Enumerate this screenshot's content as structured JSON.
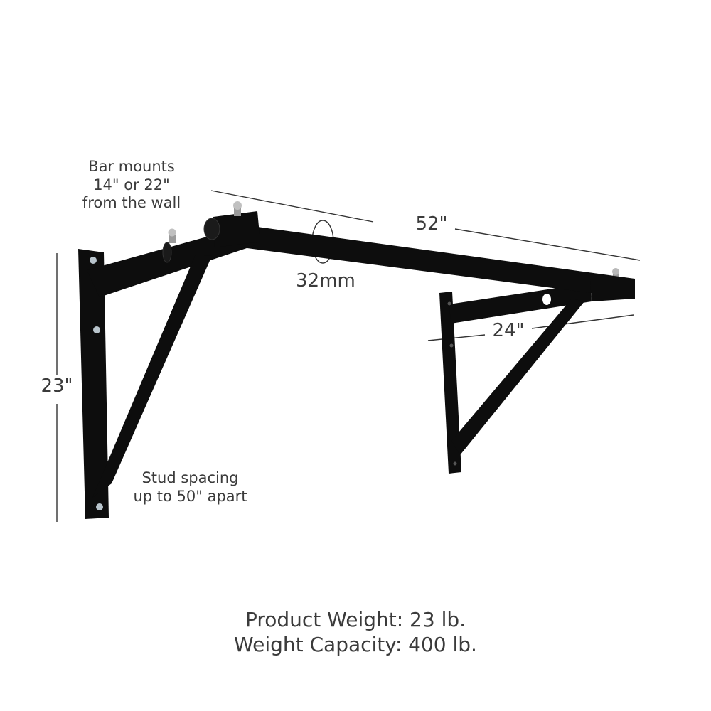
{
  "product": {
    "name": "Wall-mounted pull-up bar",
    "color": "#0d0d0d",
    "background": "#ffffff",
    "text_color": "#3b3b3b"
  },
  "callouts": {
    "bar_mounts": [
      "Bar mounts",
      "14\" or 22\"",
      "from the wall"
    ],
    "stud_spacing": [
      "Stud spacing",
      "up to 50\" apart"
    ]
  },
  "dimensions": {
    "length": "52\"",
    "bar_diameter": "32mm",
    "depth": "24\"",
    "height": "23\""
  },
  "specs": {
    "product_weight": "Product Weight: 23 lb.",
    "weight_capacity": "Weight Capacity: 400 lb."
  }
}
